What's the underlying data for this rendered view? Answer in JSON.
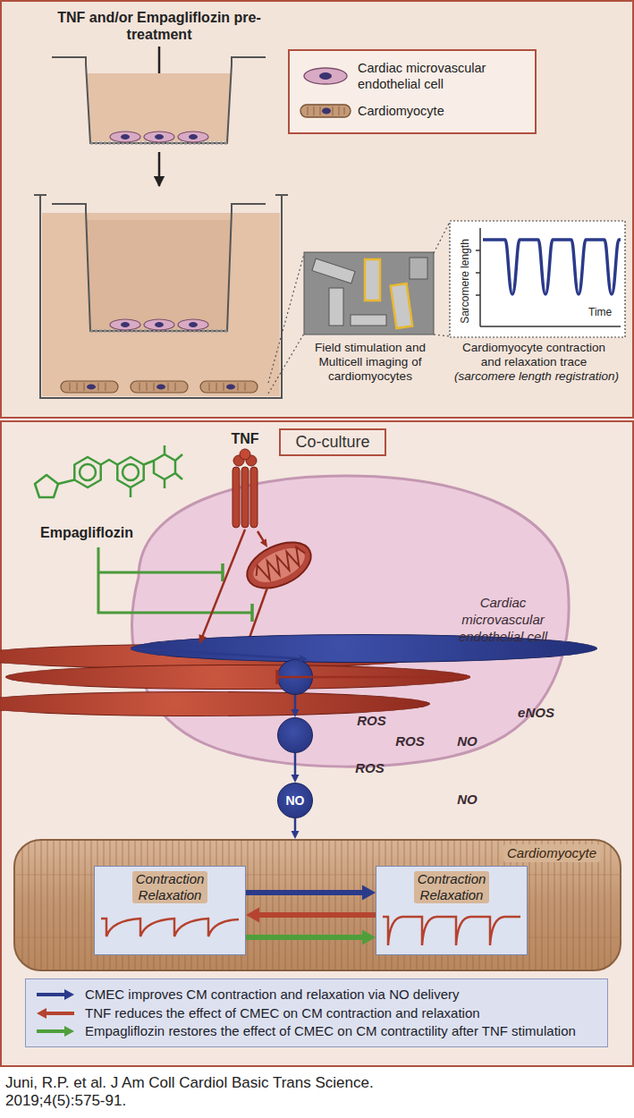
{
  "diagram": {
    "caption": "Juni, R.P. et al. J Am Coll Cardiol Basic Trans Science. 2019;4(5):575-91.",
    "nodes": [
      {
        "text": [
          "Cardiac microvascular endothelial cell",
          "Cardiomyocyte"
        ]
      },
      {
        "text": [
          "Co-culture"
        ]
      },
      {
        "text": [
          "TNF"
        ]
      },
      {
        "text": [
          "Cardiac microvascular endothelial cell"
        ]
      },
      {
        "text": [
          "ROS"
        ],
        "in": 3
      },
      {
        "text": [
          "ROS"
        ],
        "in": 3
      },
      {
        "text": [
          "ROS"
        ],
        "in": 3
      },
      {
        "text": [
          "eNOS"
        ],
        "in": 3
      },
      {
        "text": [
          "NO"
        ],
        "in": 3
      },
      {
        "text": [
          "NO"
        ],
        "in": 3
      },
      {
        "text": [
          "NO"
        ]
      },
      {
        "text": [
          "Cardiomyocyte"
        ]
      },
      {
        "text": [
          "Contraction Relaxation"
        ],
        "in": 11
      },
      {
        "text": [
          "Contraction Relaxation"
        ],
        "in": 11
      }
    ],
    "edges": [
      {
        "from": 2,
        "to": 4,
        "arrow": "to"
      },
      {
        "from": 5,
        "to": 8,
        "arrow": "to"
      },
      {
        "from": 7,
        "to": 8,
        "arrow": "to"
      },
      {
        "from": 8,
        "to": 9,
        "arrow": "to"
      },
      {
        "from": 9,
        "to": 10,
        "arrow": "to"
      },
      {
        "from": 10,
        "to": 11,
        "arrow": "to"
      },
      {
        "from": 12,
        "to": 13,
        "arrow": "to"
      },
      {
        "from": 13,
        "to": 12,
        "arrow": "to"
      },
      {
        "from": 12,
        "to": 13,
        "arrow": "to"
      }
    ],
    "labels": [
      "TNF and/or Empagliflozin pre-treatment",
      "Field stimulation and Multicell imaging of cardiomyocytes",
      "Sarcomere length",
      "Time",
      "Cardiomyocyte contraction and relaxation trace",
      "(sarcomere length registration)",
      "Empagliflozin"
    ],
    "legend": [
      {
        "text": "CMEC improves CM contraction and relaxation via NO delivery"
      },
      {
        "text": "TNF reduces the effect of CMEC on CM contraction and relaxation"
      },
      {
        "text": "Empagliflozin restores the effect of CMEC on CM contractility after TNF stimulation"
      }
    ]
  }
}
